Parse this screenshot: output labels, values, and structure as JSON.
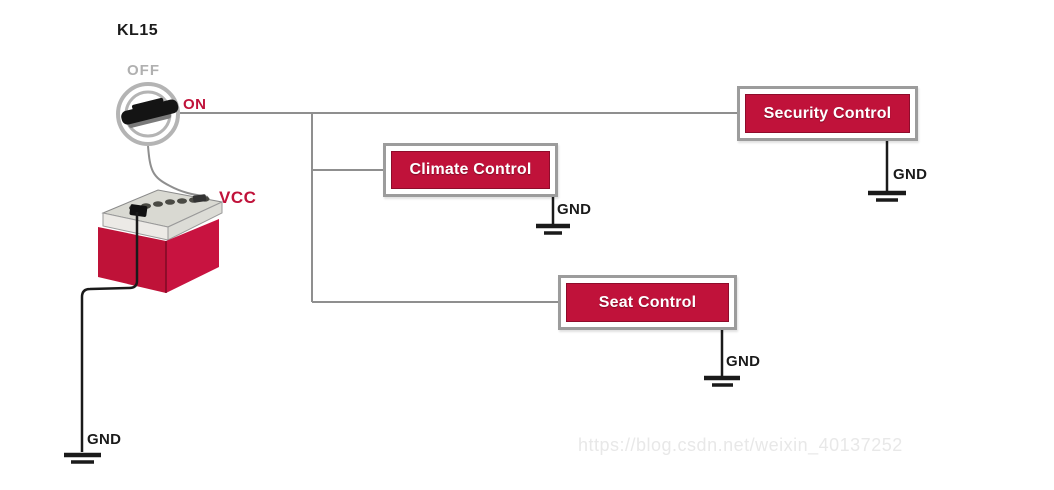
{
  "colors": {
    "accent_red": "#c0123a",
    "wire_gray": "#8f8f8f",
    "wire_black": "#1a1a1a",
    "border_gray": "#9c9c9c",
    "label_gray": "#b0b0b0",
    "watermark_gray": "#e8e8e8"
  },
  "switch": {
    "title": "KL15",
    "off_label": "OFF",
    "on_label": "ON"
  },
  "battery": {
    "vcc_label": "VCC",
    "gnd_label": "GND"
  },
  "modules": [
    {
      "id": "security",
      "label": "Security Control",
      "gnd_label": "GND"
    },
    {
      "id": "climate",
      "label": "Climate Control",
      "gnd_label": "GND"
    },
    {
      "id": "seat",
      "label": "Seat Control",
      "gnd_label": "GND"
    }
  ],
  "watermark": "https://blog.csdn.net/weixin_40137252"
}
